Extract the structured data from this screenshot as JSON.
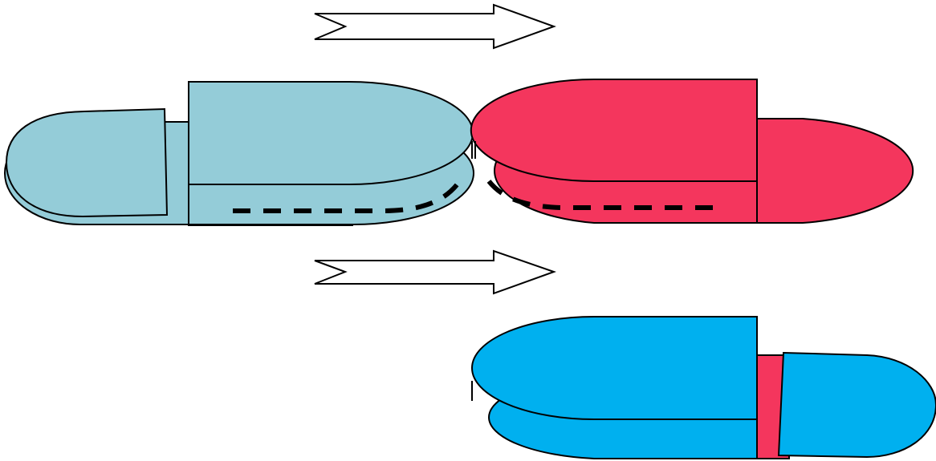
{
  "colors": {
    "light_blue": "#94ccd8",
    "red": "#f4365d",
    "bright_blue": "#00b0ef",
    "outline": "#000000",
    "arrow_fill": "#ffffff"
  },
  "shapes": {
    "top_arrow": "outlined-right-arrow",
    "middle_arrow": "outlined-right-arrow",
    "left_block": "light-blue-capsule-block",
    "right_block": "red-capsule-block",
    "bottom_block": "bright-blue-capsule-block"
  }
}
